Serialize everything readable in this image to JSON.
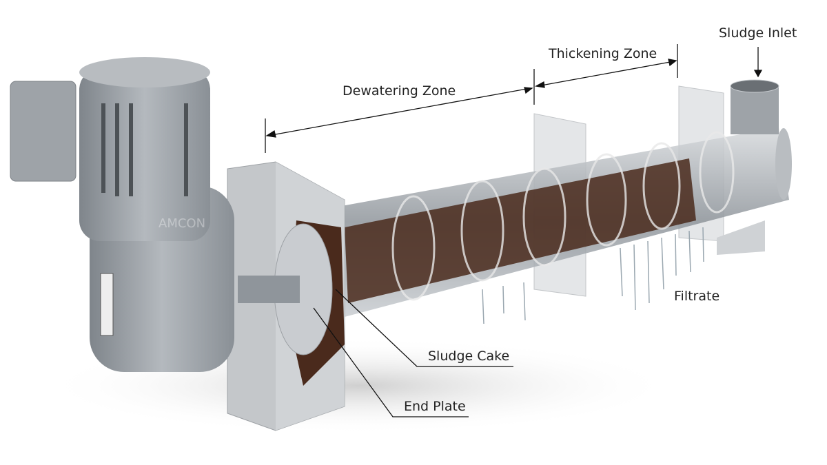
{
  "labels": {
    "sludge_inlet": "Sludge Inlet",
    "thickening_zone": "Thickening Zone",
    "dewatering_zone": "Dewatering Zone",
    "filtrate": "Filtrate",
    "sludge_cake": "Sludge Cake",
    "end_plate": "End Plate"
  },
  "watermark": "AMCON",
  "colors": {
    "metal": "#a9adb2",
    "motor": "#9ea3a8",
    "sludge": "#4a2a1c",
    "text": "#222222",
    "line": "#111111"
  }
}
